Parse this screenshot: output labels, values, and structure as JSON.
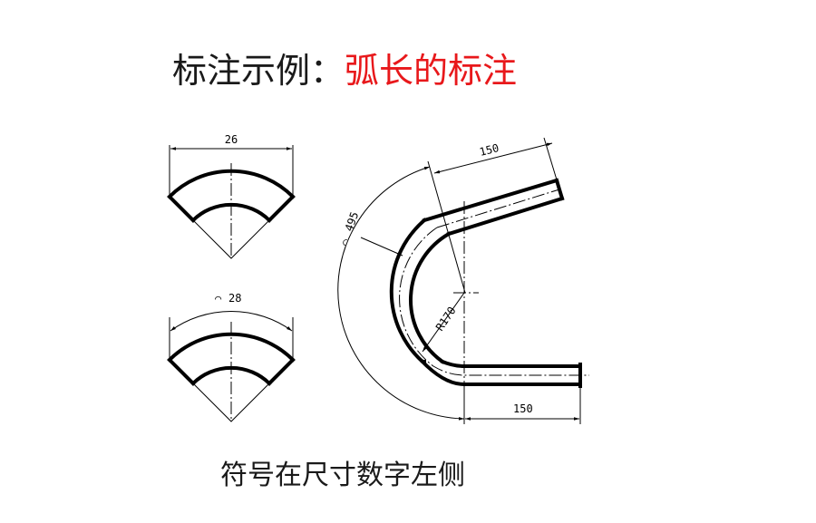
{
  "title": {
    "lead": "标注示例：",
    "accent": "弧长的标注",
    "accent_color": "#e8181b"
  },
  "caption": "符号在尺寸数字左侧",
  "fig_top": {
    "dim_value": "26"
  },
  "fig_bottom": {
    "arc_symbol": "⌒",
    "dim_value": "28"
  },
  "fig_bend": {
    "top_length": "150",
    "bottom_length": "150",
    "arc_symbol": "⌒",
    "arc_length": "495",
    "radius": "R170"
  }
}
